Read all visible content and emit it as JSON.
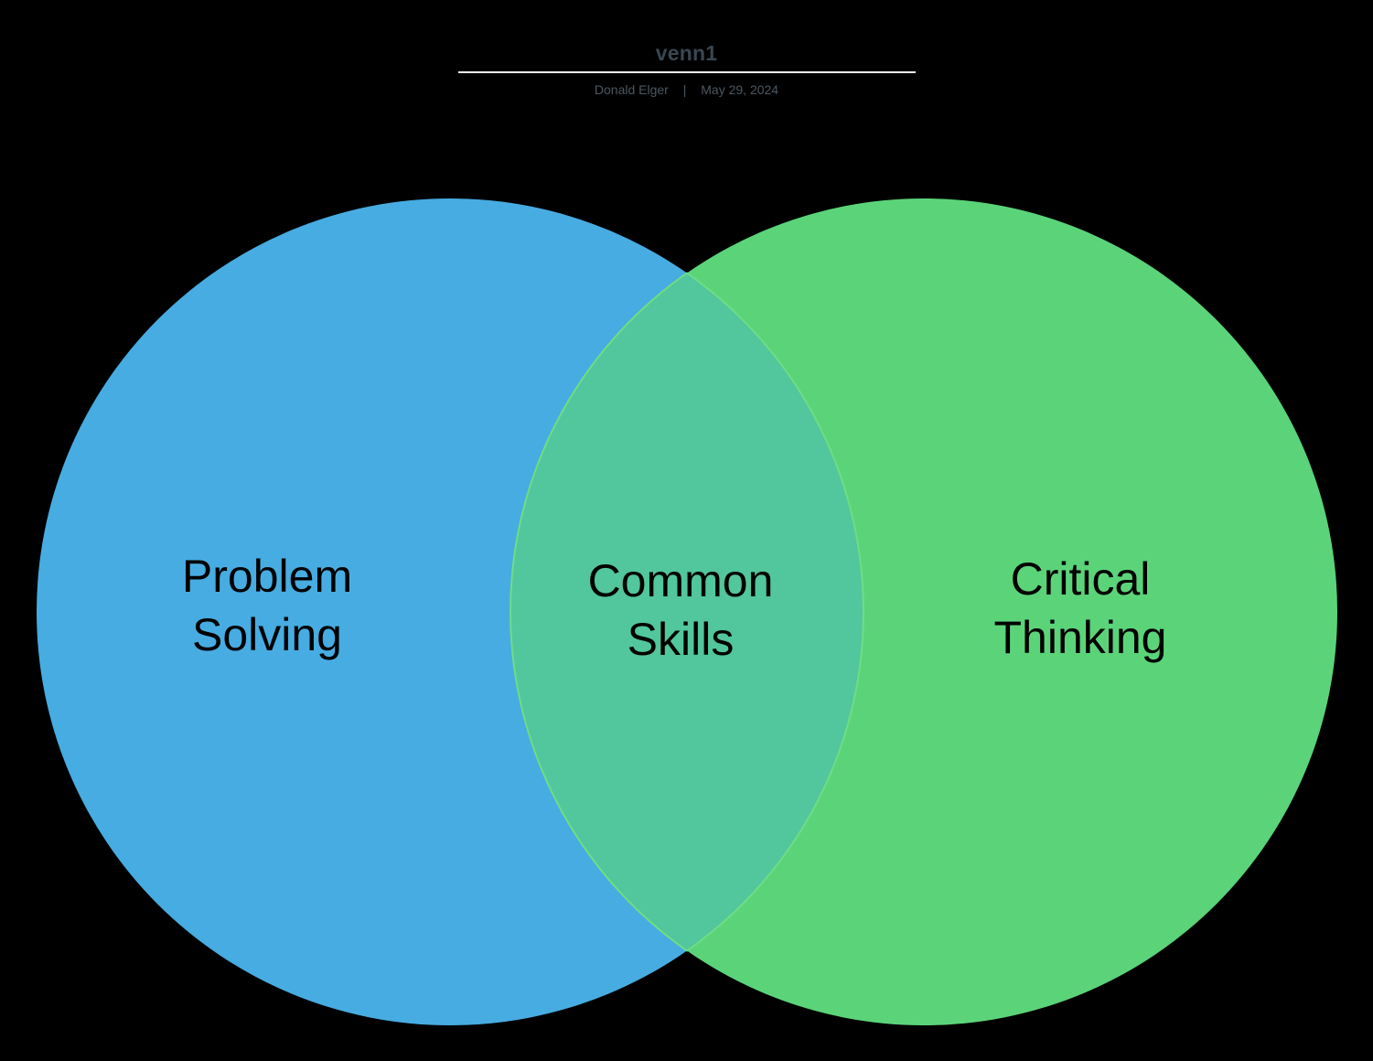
{
  "header": {
    "title": "venn1",
    "author": "Donald Elger",
    "separator": "|",
    "date": "May 29, 2024"
  },
  "chart_data": {
    "type": "venn",
    "title": "venn1",
    "background_color": "#000000",
    "label_color": "#000000",
    "sets": [
      {
        "id": "A",
        "label": "Problem Solving",
        "color": "#47ACE1"
      },
      {
        "id": "B",
        "label": "Critical Thinking",
        "color": "#5BD479"
      }
    ],
    "intersections": [
      {
        "sets": [
          "A",
          "B"
        ],
        "label": "Common Skills",
        "color": "#52C69D",
        "stroke_color": "#6FDC85"
      }
    ]
  }
}
